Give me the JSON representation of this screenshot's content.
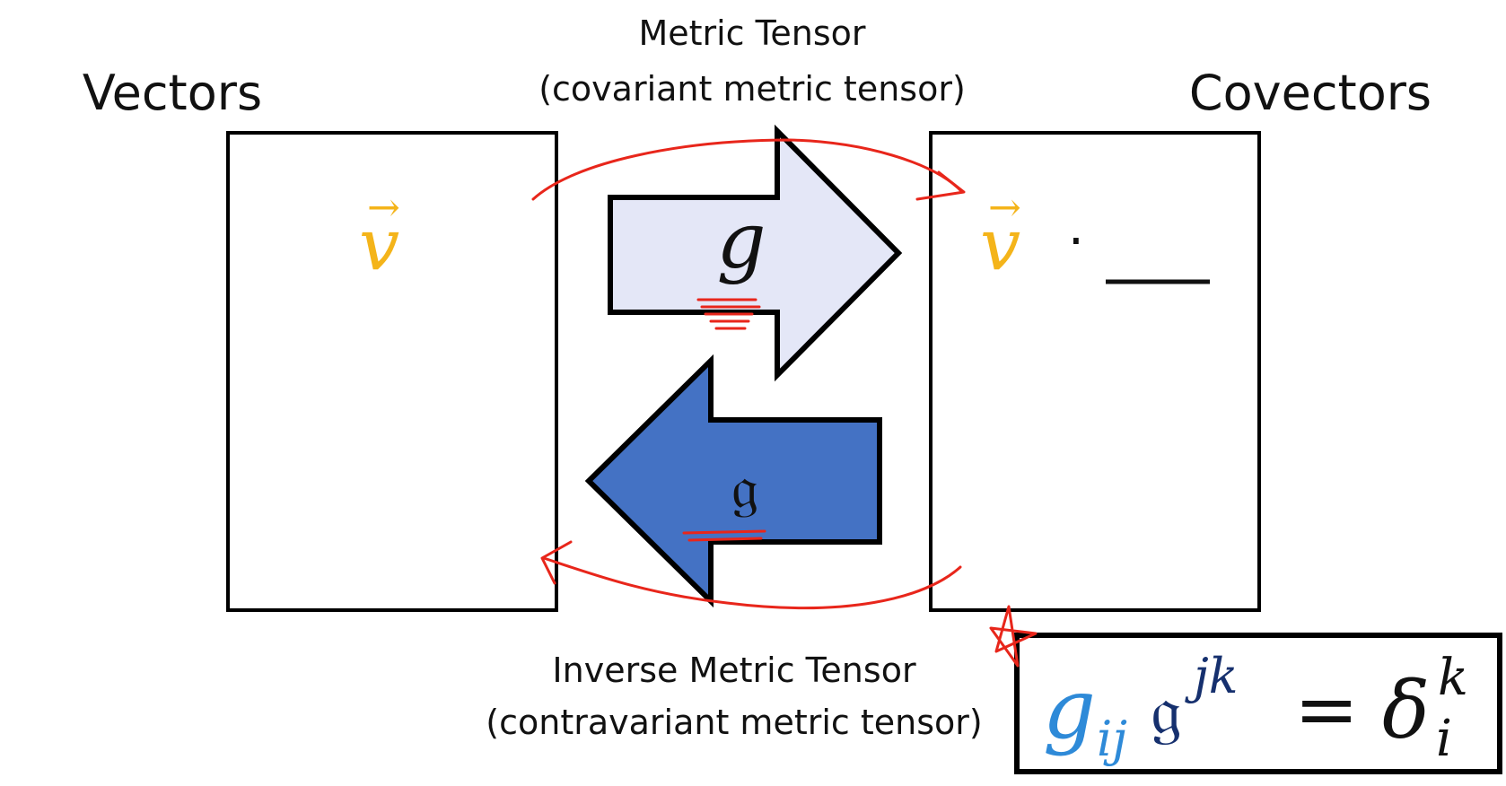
{
  "colors": {
    "vector_accent": "#f4b41a",
    "metric_arrow_fill": "#e4e7f7",
    "inverse_arrow_fill": "#4472c4",
    "g_lower_color": "#2e8ad8",
    "g_upper_color": "#16306e",
    "annotation_red": "#e8261b"
  },
  "labels": {
    "vectors_title": "Vectors",
    "covectors_title": "Covectors",
    "metric_title": "Metric Tensor",
    "metric_subtitle": "(covariant metric tensor)",
    "inverse_title": "Inverse Metric Tensor",
    "inverse_subtitle": "(contravariant metric tensor)"
  },
  "left_box": {
    "vector_symbol": "v",
    "vector_arrow": "→"
  },
  "right_box": {
    "vector_symbol": "v",
    "vector_arrow": "→",
    "dot": "·",
    "blank": "___"
  },
  "arrows": {
    "metric_symbol": "g",
    "inverse_symbol": "𝔤"
  },
  "equation": {
    "g_lower": "g",
    "g_lower_indices": "ij",
    "g_upper": "𝔤",
    "g_upper_indices": "jk",
    "equals": "=",
    "delta": "δ",
    "delta_sup": "k",
    "delta_sub": "i"
  }
}
